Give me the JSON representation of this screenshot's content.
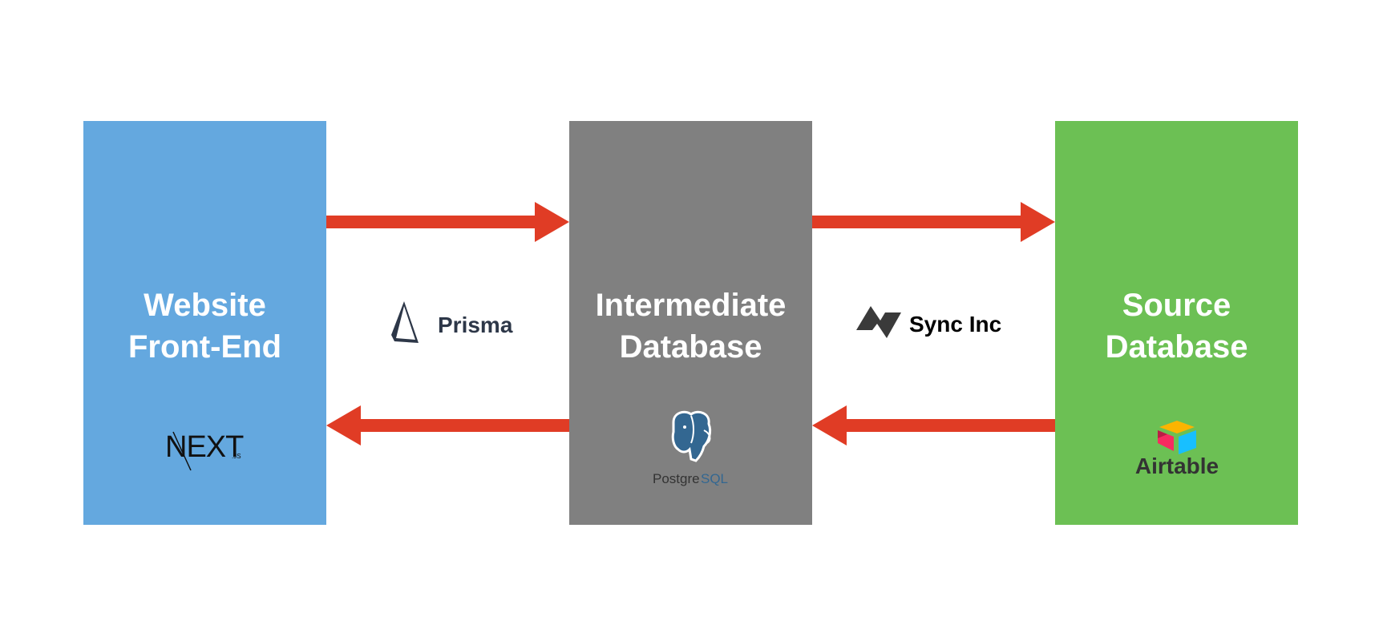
{
  "colors": {
    "frontend": "#64a8df",
    "intermediate": "#808080",
    "source": "#6cc054",
    "arrow": "#e03c25"
  },
  "boxes": {
    "frontend": {
      "line1": "Website",
      "line2": "Front-End",
      "logo": "nextjs-logo",
      "logo_text": "NEXT",
      "logo_sub": ".JS"
    },
    "intermediate": {
      "line1": "Intermediate",
      "line2": "Database",
      "logo": "postgresql-logo",
      "logo_text_a": "Postgre",
      "logo_text_b": "SQL"
    },
    "source": {
      "line1": "Source",
      "line2": "Database",
      "logo": "airtable-logo",
      "logo_text": "Airtable"
    }
  },
  "connectors": {
    "left": {
      "tool": "Prisma",
      "icon": "prisma-icon"
    },
    "right": {
      "tool": "Sync Inc",
      "icon": "sync-inc-icon"
    }
  }
}
